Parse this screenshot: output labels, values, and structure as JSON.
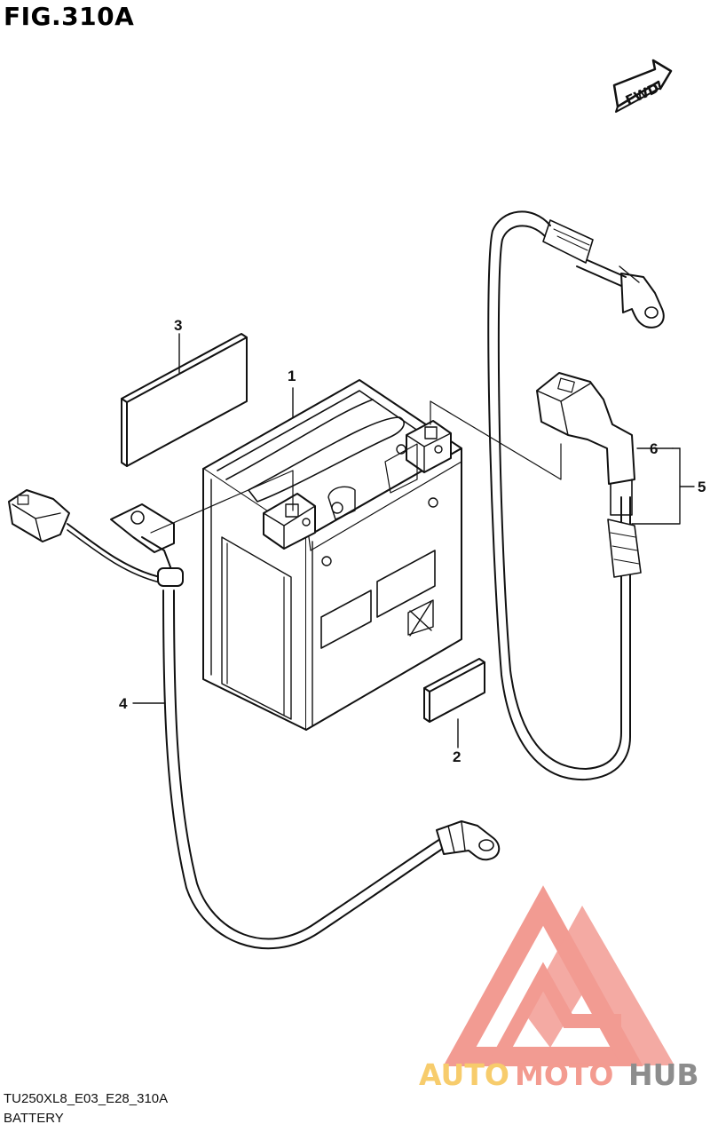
{
  "figure": {
    "title": "FIG.310A"
  },
  "fwd_label": "FWD",
  "callouts": [
    "1",
    "2",
    "3",
    "4",
    "5",
    "6"
  ],
  "footer": {
    "code": "TU250XL8_E03_E28_310A",
    "caption": "BATTERY"
  },
  "watermark": {
    "part1": "AUTO",
    "part2": "MOTO",
    "part3": "HUB",
    "colors": {
      "logo": "#f08a80",
      "auto": "#f6c453",
      "moto": "#f28a7d",
      "hub": "#7a7a7a"
    }
  }
}
